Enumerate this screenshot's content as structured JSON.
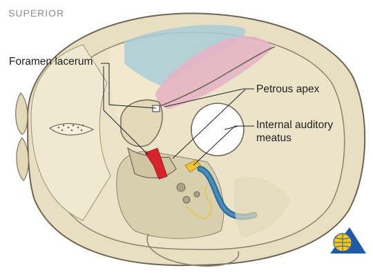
{
  "orientation_label": "SUPERIOR",
  "labels": {
    "foramen_lacerum": "Foramen lacerum",
    "petrous_apex": "Petrous apex",
    "internal_auditory_meatus_line1": "Internal auditory",
    "internal_auditory_meatus_line2": "meatus"
  },
  "colors": {
    "bone": "#e8dfc0",
    "bone_edge": "#6b6454",
    "fossa_fill": "#ddd2ae",
    "blue_region": "#a9ccd6",
    "pink_region": "#e6b4c6",
    "red_structure": "#d8232a",
    "yellow_structure": "#f2c431",
    "sinus_blue": "#2e6f9c",
    "logo_yellow": "#f5c518",
    "logo_blue": "#1f5ba8"
  },
  "icons": [
    "publisher-logo"
  ]
}
